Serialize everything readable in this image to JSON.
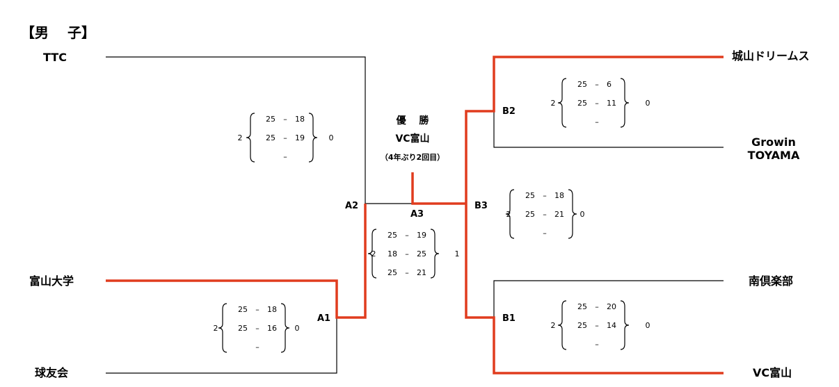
{
  "title": "【男　 子】",
  "champion": {
    "heading": "優　 勝",
    "team": "VC富山",
    "note": "（4年ぶり2回目）"
  },
  "teams": {
    "ttc": "TTC",
    "toyama_univ": "富山大学",
    "kyuyukai": "球友会",
    "shiroyama": "城山ドリームス",
    "growin_1": "Growin",
    "growin_2": "TOYAMA",
    "minami": "南倶楽部",
    "vc_toyama": "VC富山"
  },
  "matches": {
    "a1": {
      "label": "A1",
      "left": "2",
      "right": "0",
      "sets": [
        [
          "25",
          "18"
        ],
        [
          "25",
          "16"
        ],
        [
          "",
          ""
        ]
      ]
    },
    "a2": {
      "label": "A2",
      "left": "2",
      "right": "0",
      "sets": [
        [
          "25",
          "18"
        ],
        [
          "25",
          "19"
        ],
        [
          "",
          ""
        ]
      ]
    },
    "a3": {
      "label": "A3",
      "left": "2",
      "right": "1",
      "sets": [
        [
          "25",
          "19"
        ],
        [
          "18",
          "25"
        ],
        [
          "25",
          "21"
        ]
      ]
    },
    "b1": {
      "label": "B1",
      "left": "2",
      "right": "0",
      "sets": [
        [
          "25",
          "20"
        ],
        [
          "25",
          "14"
        ],
        [
          "",
          ""
        ]
      ]
    },
    "b2": {
      "label": "B2",
      "left": "2",
      "right": "0",
      "sets": [
        [
          "25",
          "6"
        ],
        [
          "25",
          "11"
        ],
        [
          "",
          ""
        ]
      ]
    },
    "b3": {
      "label": "B3",
      "left": "2",
      "right": "0",
      "sets": [
        [
          "25",
          "18"
        ],
        [
          "25",
          "21"
        ],
        [
          "",
          ""
        ]
      ]
    }
  }
}
